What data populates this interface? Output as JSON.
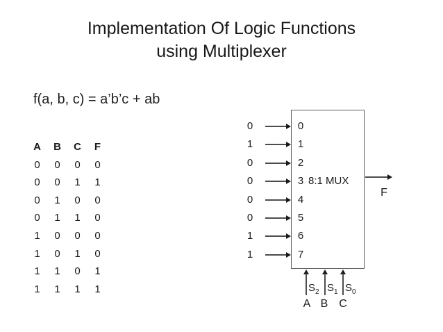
{
  "slide": {
    "title_line1": "Implementation Of Logic Functions",
    "title_line2": "using Multiplexer",
    "function_text": "f(a, b, c) = a’b’c + ab"
  },
  "truth_table": {
    "headers": [
      "A",
      "B",
      "C",
      "F"
    ],
    "rows": [
      [
        "0",
        "0",
        "0",
        "0"
      ],
      [
        "0",
        "0",
        "1",
        "1"
      ],
      [
        "0",
        "1",
        "0",
        "0"
      ],
      [
        "0",
        "1",
        "1",
        "0"
      ],
      [
        "1",
        "0",
        "0",
        "0"
      ],
      [
        "1",
        "0",
        "1",
        "0"
      ],
      [
        "1",
        "1",
        "0",
        "1"
      ],
      [
        "1",
        "1",
        "1",
        "1"
      ]
    ]
  },
  "mux": {
    "label": "8:1 MUX",
    "output_label": "F",
    "inputs": [
      {
        "value": "0",
        "port": "0"
      },
      {
        "value": "1",
        "port": "1"
      },
      {
        "value": "0",
        "port": "2"
      },
      {
        "value": "0",
        "port": "3"
      },
      {
        "value": "0",
        "port": "4"
      },
      {
        "value": "0",
        "port": "5"
      },
      {
        "value": "1",
        "port": "6"
      },
      {
        "value": "1",
        "port": "7"
      }
    ],
    "selects": [
      {
        "base": "S",
        "sub": "2",
        "signal": "A"
      },
      {
        "base": "S",
        "sub": "1",
        "signal": "B"
      },
      {
        "base": "S",
        "sub": "0",
        "signal": "C"
      }
    ]
  },
  "colors": {
    "background": "#ffffff",
    "text": "#1a1a1a",
    "line": "#4d4d4d",
    "box_border": "#595959"
  }
}
